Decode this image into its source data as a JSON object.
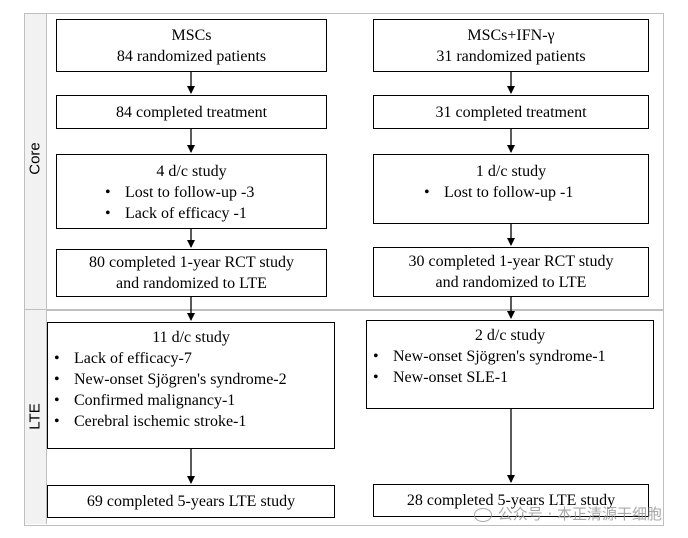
{
  "sections": {
    "core_label": "Core",
    "lte_label": "LTE"
  },
  "left": {
    "group": "MSCs",
    "randomized": "84 randomized patients",
    "completed_treatment": "84 completed treatment",
    "dc_core": {
      "title": "4 d/c study",
      "items": [
        "Lost to follow-up -3",
        "Lack of efficacy -1"
      ]
    },
    "rct_line1": "80 completed 1-year RCT study",
    "rct_line2": "and randomized to LTE",
    "dc_lte": {
      "title": "11 d/c study",
      "items": [
        "Lack of efficacy-7",
        "New-onset Sjögren's syndrome-2",
        "Confirmed malignancy-1",
        "Cerebral ischemic stroke-1"
      ]
    },
    "lte_completed": "69 completed 5-years LTE study"
  },
  "right": {
    "group": "MSCs+IFN-γ",
    "randomized": "31 randomized patients",
    "completed_treatment": "31 completed treatment",
    "dc_core": {
      "title": "1 d/c study",
      "items": [
        "Lost to follow-up -1"
      ]
    },
    "rct_line1": "30 completed 1-year RCT study",
    "rct_line2": "and randomized to LTE",
    "dc_lte": {
      "title": "2 d/c study",
      "items": [
        "New-onset Sjögren's syndrome-1",
        "New-onset SLE-1"
      ]
    },
    "lte_completed": "28 completed 5-years LTE study"
  },
  "watermark": "公众号 · 本正清源干细胞"
}
